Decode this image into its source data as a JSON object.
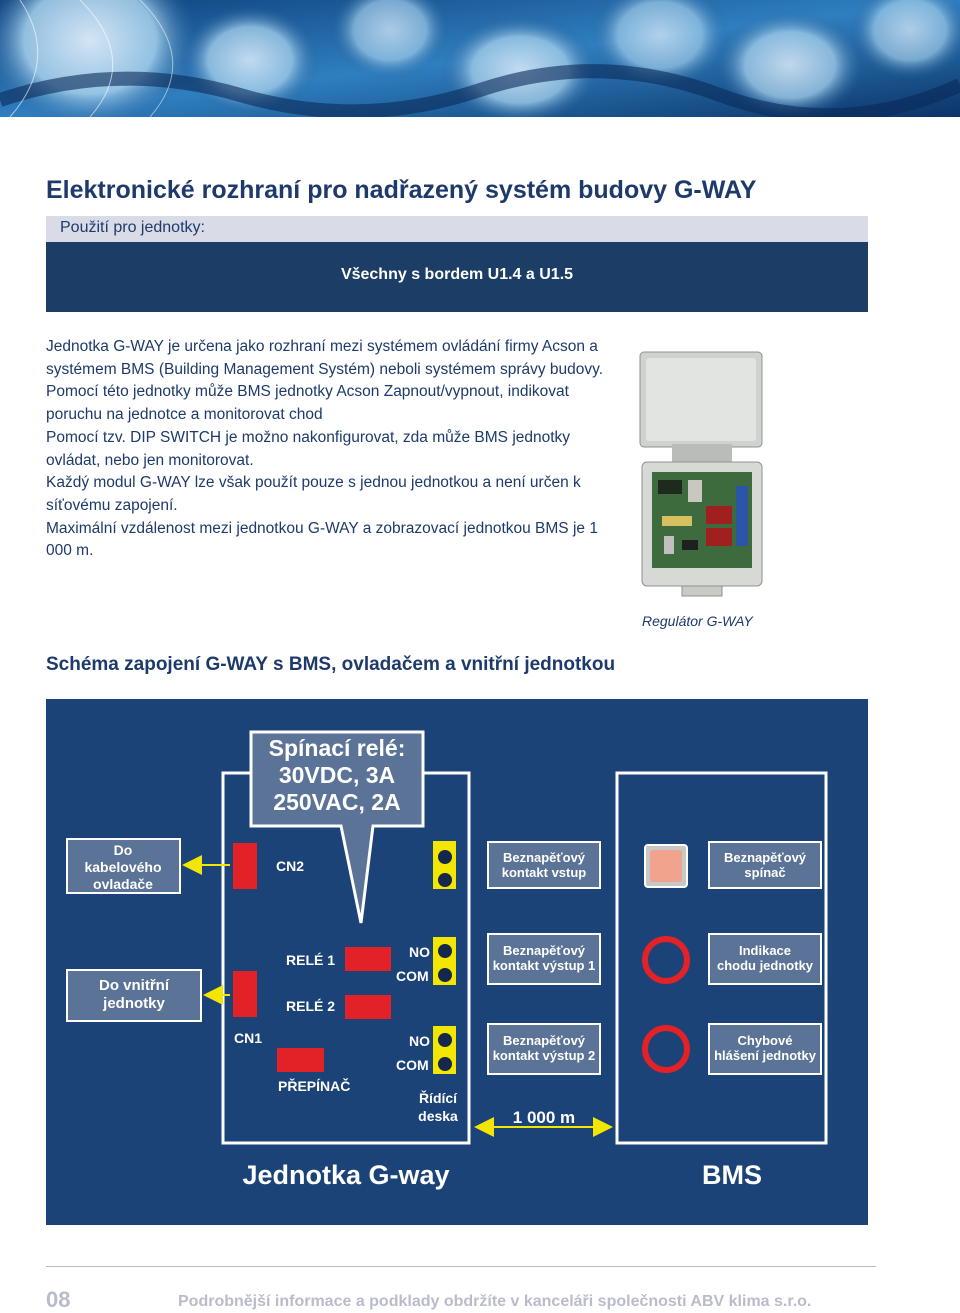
{
  "header": {
    "title": "Elektronické rozhraní pro nadřazený systém budovy G-WAY",
    "usage_label": "Použití pro jednotky:",
    "usage_value": "Všechny s bordem U1.4 a U1.5"
  },
  "body": {
    "paragraphs": [
      "Jednotka G-WAY je určena jako rozhraní mezi systémem ovládání firmy Acson a systémem BMS (Building Management Systém) neboli systémem správy budovy.",
      "Pomocí této jednotky může BMS jednotky Acson Zapnout/vypnout, indikovat poruchu na jednotce a monitorovat chod",
      "Pomocí tzv. DIP SWITCH je možno nakonfigurovat, zda může BMS jednotky ovládat, nebo jen monitorovat.",
      "Každý modul G-WAY lze však použít pouze s jednou jednotkou a není určen k síťovému zapojení.",
      "Maximální vzdálenost mezi jednotkou G-WAY a zobrazovací jednotkou BMS je 1 000 m."
    ],
    "photo_caption": "Regulátor G-WAY"
  },
  "schema": {
    "title": "Schéma zapojení G-WAY s BMS, ovladačem a vnitřní jednotkou",
    "relay_spec": [
      "Spínací relé:",
      "30VDC, 3A",
      "250VAC, 2A"
    ],
    "to_cable_controller": [
      "Do",
      "kabelového",
      "ovladače"
    ],
    "to_indoor_unit": [
      "Do vnitřní",
      "jednotky"
    ],
    "cn2": "CN2",
    "cn1": "CN1",
    "relay1": "RELÉ 1",
    "relay2": "RELÉ 2",
    "switch_label": "PŘEPÍNAČ",
    "no": "NO",
    "com": "COM",
    "control_board": [
      "Řídící",
      "deska"
    ],
    "input_contact": [
      "Beznapěťový",
      "kontakt vstup"
    ],
    "output_contact_1": [
      "Beznapěťový",
      "kontakt výstup 1"
    ],
    "output_contact_2": [
      "Beznapěťový",
      "kontakt výstup 2"
    ],
    "potential_free_switch": [
      "Beznapěťový",
      "spínač"
    ],
    "run_indication": [
      "Indikace",
      "chodu jednotky"
    ],
    "error_report": [
      "Chybové",
      "hlášení jednotky"
    ],
    "distance": "1 000 m",
    "unit_label": "Jednotka G-way",
    "bms_label": "BMS",
    "colors": {
      "background": "#1b4378",
      "box": "#5a7397",
      "red": "#e32227",
      "yellow": "#f3e600",
      "button": "#f1a48d"
    }
  },
  "footer": {
    "page_number": "08",
    "text": "Podrobnější informace a podklady obdržíte v kanceláři společnosti ABV klima s.r.o."
  }
}
